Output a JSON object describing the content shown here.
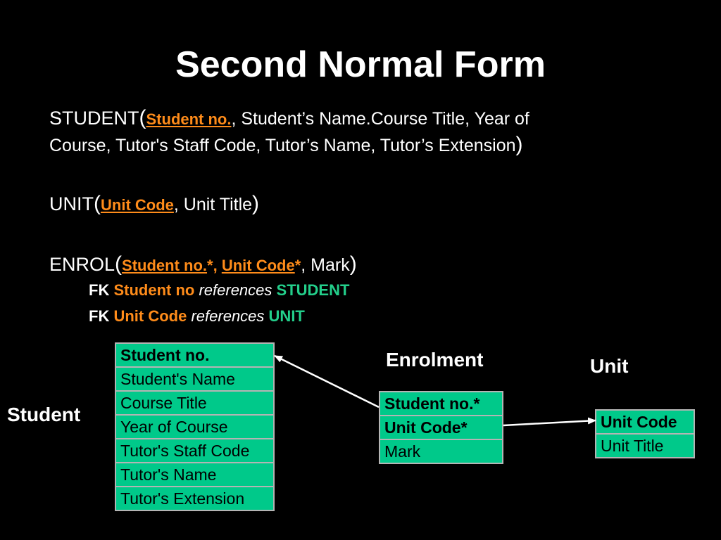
{
  "title": "Second Normal Form",
  "student_rel": {
    "name": "STUDENT",
    "open": "(",
    "key": "Student no.",
    "rest_line1": ", Student’s Name.Course Title, Year of",
    "rest_line2": "Course, Tutor's Staff Code, Tutor’s Name, Tutor’s Extension",
    "close": ")"
  },
  "unit_rel": {
    "name": "UNIT",
    "open": "(",
    "key": "Unit Code",
    "rest": ", Unit Title",
    "close": ")"
  },
  "enrol_rel": {
    "name": "ENROL",
    "open": "(",
    "key1": "Student no.",
    "star1": "*",
    "sep": ", ",
    "key2": "Unit Code",
    "star2": "*",
    "rest": ", Mark",
    "close": ")"
  },
  "fk": [
    {
      "fk": "FK",
      "field": "Student no",
      "references": "references",
      "target": "STUDENT"
    },
    {
      "fk": "FK",
      "field": "Unit Code",
      "references": "references",
      "target": "UNIT"
    }
  ],
  "diagram": {
    "student": {
      "label": "Student",
      "rows": [
        "Student no.",
        "Student's Name",
        "Course Title",
        "Year of Course",
        "Tutor's Staff Code",
        "Tutor's Name",
        "Tutor's Extension"
      ]
    },
    "enrolment": {
      "label": "Enrolment",
      "rows": [
        "Student no.*",
        "Unit Code*",
        "Mark"
      ]
    },
    "unit": {
      "label": "Unit",
      "rows": [
        "Unit Code",
        "Unit Title"
      ]
    }
  },
  "colors": {
    "background": "#000000",
    "table_fill": "#00c98a",
    "key_orange": "#ff8c1a",
    "ref_green": "#23cf8b"
  }
}
